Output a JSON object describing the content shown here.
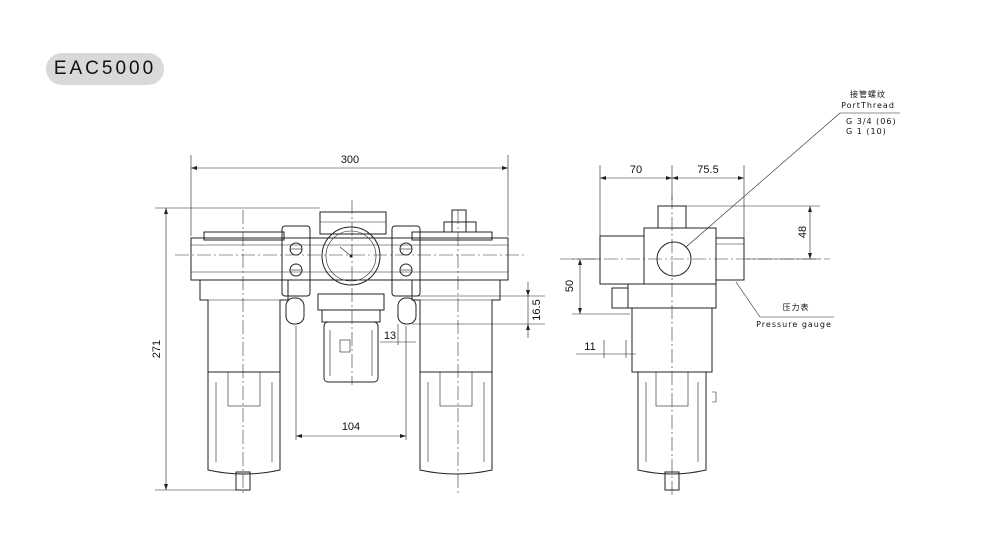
{
  "model": "EAC5000",
  "front_view": {
    "dim_width": "300",
    "dim_height": "271",
    "dim_spacing": "104",
    "dim_13": "13",
    "dim_16_5": "16.5"
  },
  "side_view": {
    "dim_70": "70",
    "dim_75_5": "75.5",
    "dim_48": "48",
    "dim_50": "50",
    "dim_11": "11"
  },
  "port_thread": {
    "label_cn": "接管螺纹",
    "label_en": "PortThread",
    "spec_1": "G 3/4 (06)",
    "spec_2": "G 1 (10)"
  },
  "pressure_gauge": {
    "label_cn": "压力表",
    "label_en": "Pressure gauge"
  }
}
